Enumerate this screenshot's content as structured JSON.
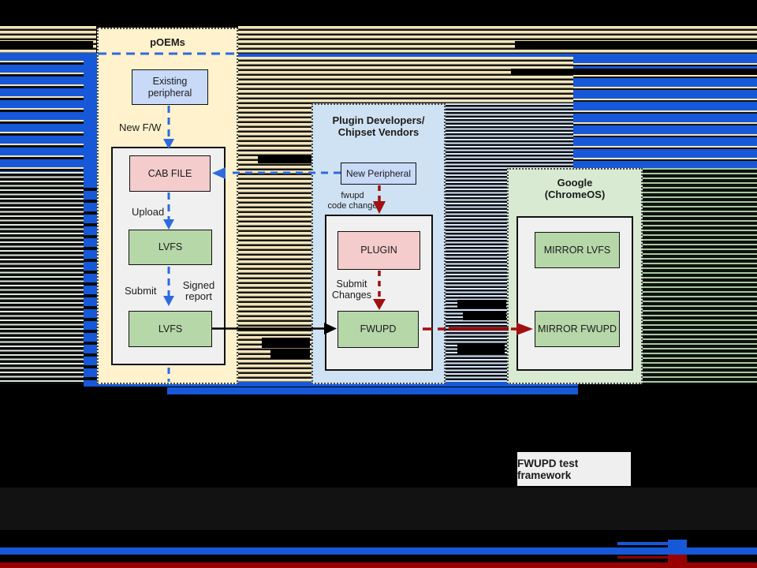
{
  "diagram": {
    "poems": {
      "title": "pOEMs",
      "nodes": {
        "existing_peripheral": "Existing peripheral",
        "cab_file": "CAB FILE",
        "lvfs_upper": "LVFS",
        "lvfs_lower": "LVFS"
      },
      "labels": {
        "new_fw": "New F/W",
        "upload": "Upload",
        "submit": "Submit",
        "signed_report": "Signed\nreport"
      }
    },
    "plugin_vendors": {
      "title": "Plugin Developers/\nChipset Vendors",
      "nodes": {
        "new_peripheral": "New Peripheral",
        "plugin": "PLUGIN",
        "fwupd": "FWUPD"
      },
      "labels": {
        "fwupd_code_change": "fwupd\ncode change",
        "submit_changes": "Submit\nChanges"
      }
    },
    "google": {
      "title": "Google\n(ChromeOS)",
      "nodes": {
        "mirror_lvfs": "MIRROR LVFS",
        "mirror_fwupd": "MIRROR FWUPD"
      }
    },
    "test_framework": {
      "label": "FWUPD test framework"
    },
    "colors": {
      "panel_poems": "#fff2cc",
      "panel_plugin": "#cfe2f3",
      "panel_google": "#d9ead3",
      "node_blue": "#c9daf8",
      "node_pink": "#f4cccc",
      "node_green": "#b6d7a8",
      "inner_box_gray": "#f0f0f0",
      "arrow_blue": "#2e6ae0",
      "arrow_red": "#a01010",
      "arrow_black": "#000000",
      "glitch_blue": "#1658d8",
      "glitch_tan": "#f2e4bd",
      "glitch_red": "#990000"
    }
  }
}
